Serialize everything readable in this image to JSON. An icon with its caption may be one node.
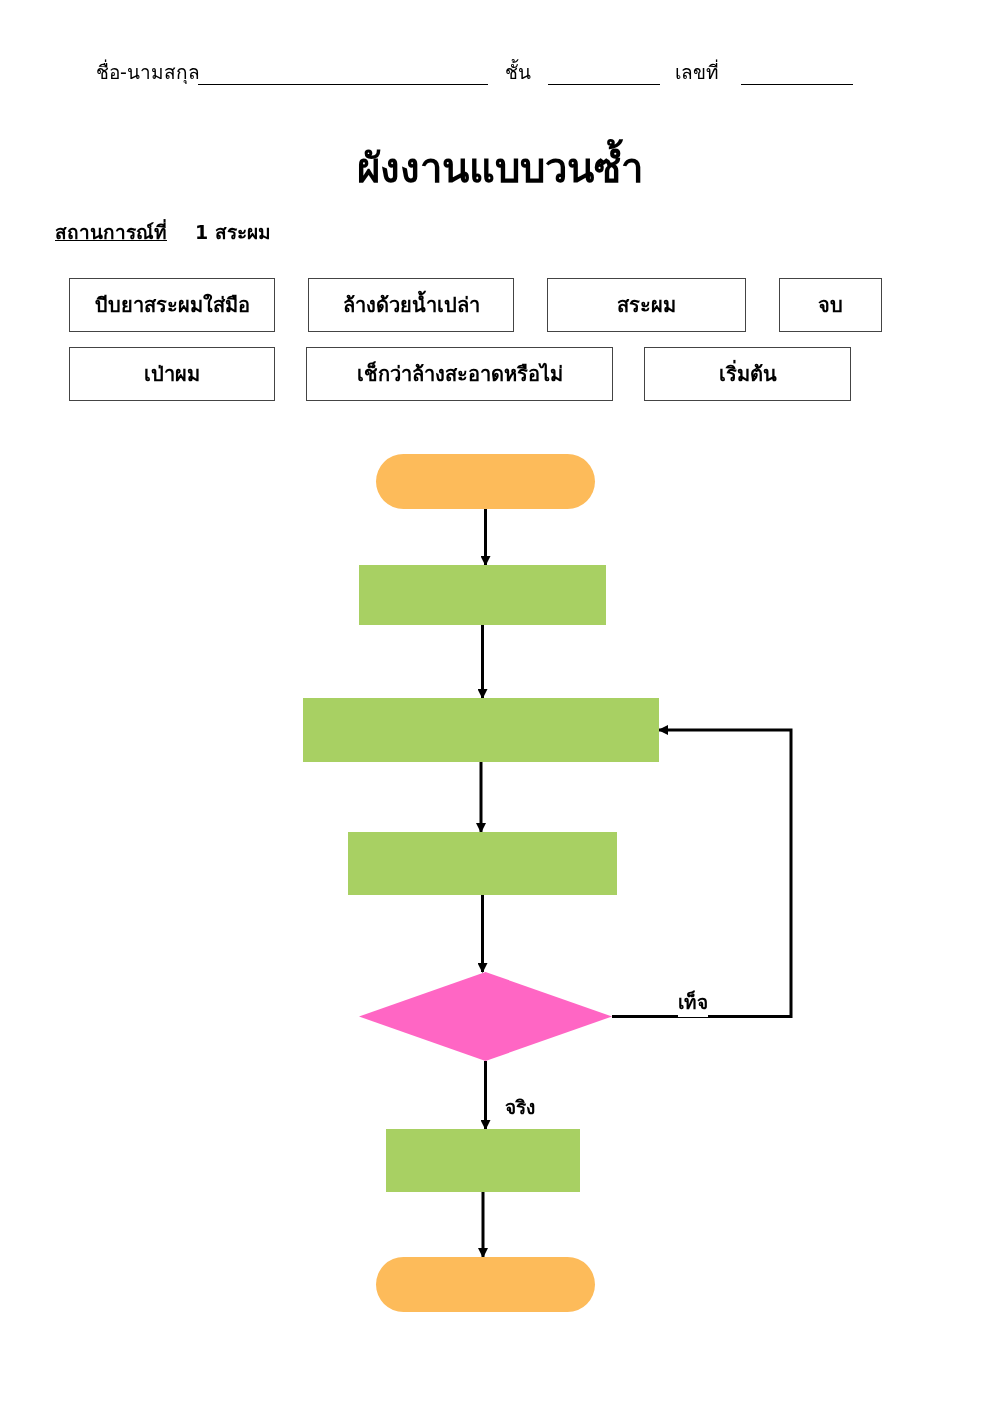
{
  "diagram": {
    "title": "ผังงานแบบวนซ้ำ",
    "nodes": [
      {
        "text": [
          "บีบยาสระผมใส่มือ"
        ]
      },
      {
        "text": [
          "ล้างด้วยน้ำเปล่า"
        ]
      },
      {
        "text": [
          "สระผม"
        ]
      },
      {
        "text": [
          "จบ"
        ]
      },
      {
        "text": [
          "เป่าผม"
        ]
      },
      {
        "text": [
          "เช็กว่าล้างสะอาดหรือไม่"
        ]
      },
      {
        "text": [
          "เริ่มต้น"
        ]
      },
      {
        "text": [],
        "shape": "oval"
      },
      {
        "text": [],
        "shape": "box"
      },
      {
        "text": [],
        "shape": "box"
      },
      {
        "text": [],
        "shape": "box"
      },
      {
        "text": [],
        "shape": "diamond"
      },
      {
        "text": [],
        "shape": "box"
      },
      {
        "text": [],
        "shape": "oval"
      }
    ],
    "edges": [
      {
        "from": 7,
        "to": 8,
        "arrow": "to"
      },
      {
        "from": 8,
        "to": 9,
        "arrow": "to"
      },
      {
        "from": 9,
        "to": 10,
        "arrow": "to"
      },
      {
        "from": 10,
        "to": 11,
        "arrow": "to"
      },
      {
        "from": 11,
        "to": 9,
        "arrow": "to",
        "label": "เท็จ"
      },
      {
        "from": 11,
        "to": 12,
        "arrow": "to",
        "label": "จริง"
      },
      {
        "from": 12,
        "to": 13,
        "arrow": "to"
      }
    ],
    "labels": [
      "ชื่อ-นามสกุล",
      "ชั้น",
      "เลขที่",
      "สถานการณ์ที่",
      "1 สระผม"
    ]
  }
}
